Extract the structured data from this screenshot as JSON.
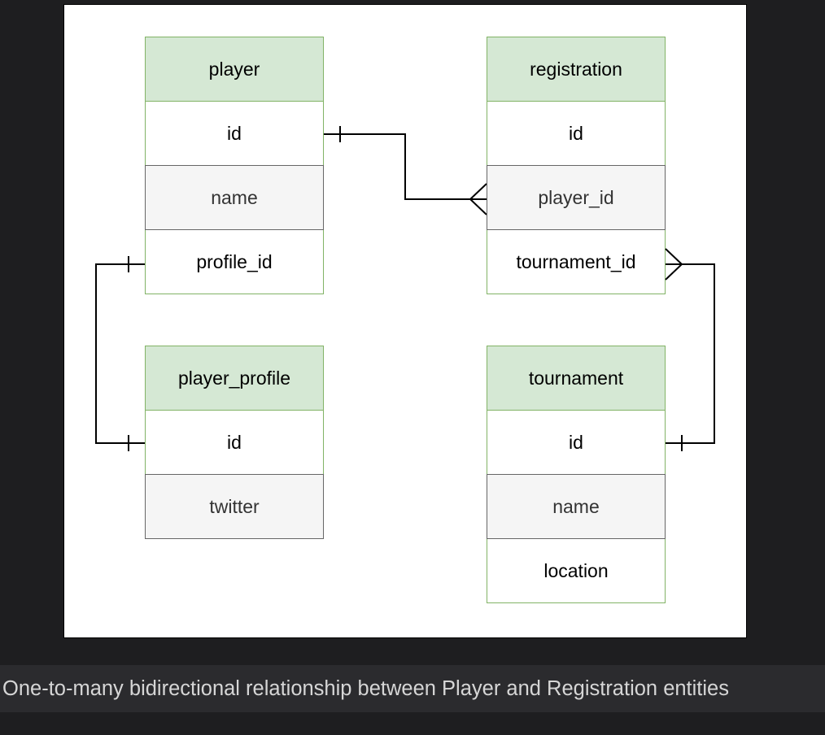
{
  "entities": {
    "player": {
      "title": "player",
      "fields": [
        "id",
        "name",
        "profile_id"
      ]
    },
    "registration": {
      "title": "registration",
      "fields": [
        "id",
        "player_id",
        "tournament_id"
      ]
    },
    "player_profile": {
      "title": "player_profile",
      "fields": [
        "id",
        "twitter"
      ]
    },
    "tournament": {
      "title": "tournament",
      "fields": [
        "id",
        "name",
        "location"
      ]
    }
  },
  "relationships": [
    {
      "from": "player.id",
      "to": "registration.player_id",
      "from_end": "one",
      "to_end": "many"
    },
    {
      "from": "player.profile_id",
      "to": "player_profile.id",
      "from_end": "one",
      "to_end": "one"
    },
    {
      "from": "registration.tournament_id",
      "to": "tournament.id",
      "from_end": "many",
      "to_end": "one"
    }
  ],
  "colors": {
    "header_fill": "#d5e8d4",
    "border_green": "#82b366",
    "alt_fill": "#f5f5f5",
    "alt_border": "#666666",
    "page_background": "#1e1e20",
    "caption_background": "#2b2b2e",
    "caption_text": "#d6d6d6"
  },
  "caption": "One-to-many bidirectional relationship between Player and Registration entities"
}
